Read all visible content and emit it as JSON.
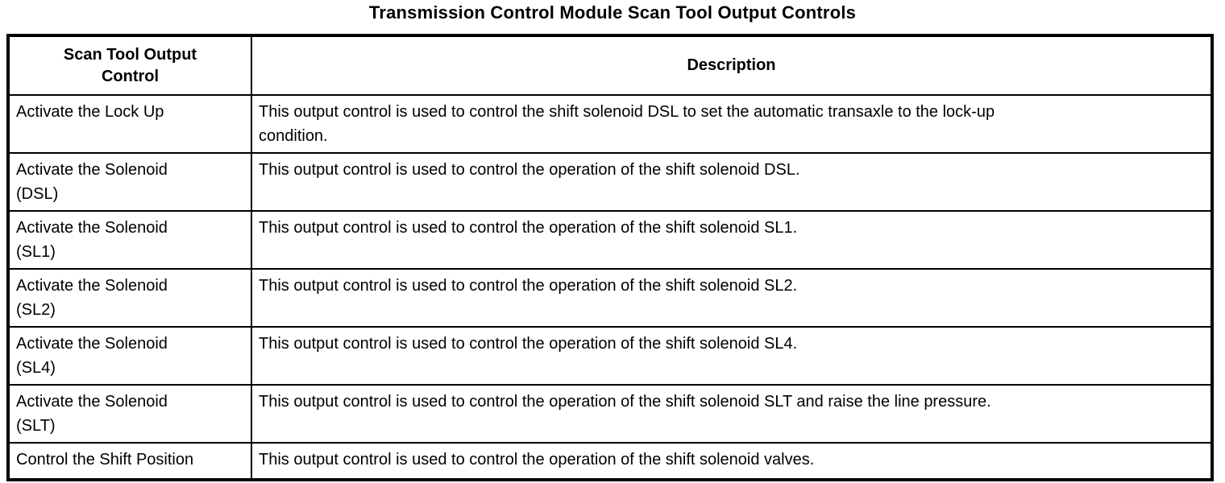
{
  "title": "Transmission Control Module Scan Tool Output Controls",
  "table": {
    "header": {
      "control": "Scan Tool Output Control",
      "description": "Description"
    },
    "rows": [
      {
        "control": "Activate the Lock Up",
        "description": "This output control is used to control the shift solenoid DSL to set the automatic transaxle to the lock-up condition."
      },
      {
        "control": "Activate the Solenoid (DSL)",
        "description": "This output control is used to control the operation of the shift solenoid DSL."
      },
      {
        "control": "Activate the Solenoid (SL1)",
        "description": "This output control is used to control the operation of the shift solenoid SL1."
      },
      {
        "control": "Activate the Solenoid (SL2)",
        "description": "This output control is used to control the operation of the shift solenoid SL2."
      },
      {
        "control": "Activate the Solenoid (SL4)",
        "description": "This output control is used to control the operation of the shift solenoid SL4."
      },
      {
        "control": "Activate the Solenoid (SLT)",
        "description": "This output control is used to control the operation of the shift solenoid SLT and raise the line pressure."
      },
      {
        "control": "Control the Shift Position",
        "description": "This output control is used to control the operation of the shift solenoid valves."
      }
    ]
  },
  "colors": {
    "text": "#000000",
    "border": "#000000",
    "background": "#ffffff"
  }
}
